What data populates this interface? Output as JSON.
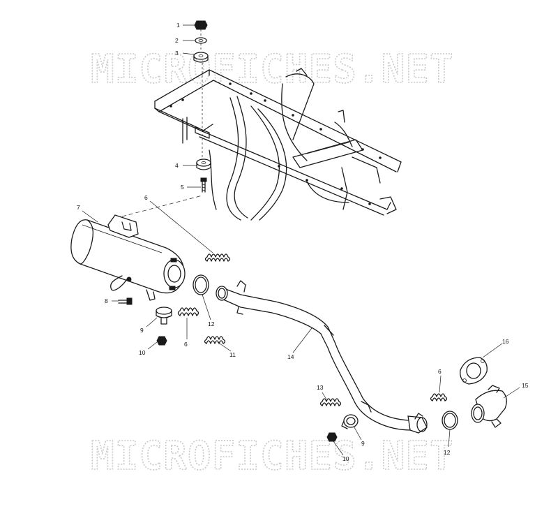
{
  "watermark": {
    "text": "MICROFICHES.NET"
  },
  "callouts": {
    "c1": "1",
    "c2": "2",
    "c3": "3",
    "c4": "4",
    "c5": "5",
    "c6a": "6",
    "c6b": "6",
    "c6c": "6",
    "c7": "7",
    "c8": "8",
    "c9a": "9",
    "c9b": "9",
    "c10a": "10",
    "c10b": "10",
    "c11": "11",
    "c12a": "12",
    "c12b": "12",
    "c13": "13",
    "c14": "14",
    "c15": "15",
    "c16": "16"
  }
}
